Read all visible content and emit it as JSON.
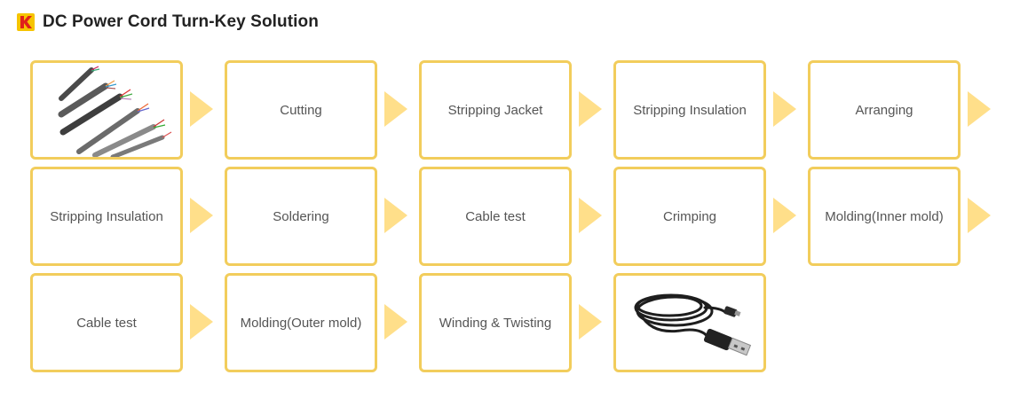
{
  "header": {
    "title": "DC Power Cord Turn-Key Solution",
    "logo_letter": "K",
    "logo_colors": {
      "background": "#f6c400",
      "letter": "#e0201b"
    }
  },
  "colors": {
    "border": "#f2cd5c",
    "arrow": "#ffdf8a",
    "label": "#555555"
  },
  "rows": [
    {
      "steps": [
        {
          "type": "image",
          "image": "raw-cables-photo"
        },
        {
          "type": "text",
          "label": "Cutting"
        },
        {
          "type": "text",
          "label": "Stripping Jacket"
        },
        {
          "type": "text",
          "label": "Stripping Insulation"
        },
        {
          "type": "text",
          "label": "Arranging"
        }
      ],
      "trailing_arrow": true
    },
    {
      "steps": [
        {
          "type": "text",
          "label": "Stripping Insulation"
        },
        {
          "type": "text",
          "label": "Soldering"
        },
        {
          "type": "text",
          "label": "Cable test"
        },
        {
          "type": "text",
          "label": "Crimping"
        },
        {
          "type": "text",
          "label": "Molding(Inner mold)"
        }
      ],
      "trailing_arrow": true
    },
    {
      "steps": [
        {
          "type": "text",
          "label": "Cable test"
        },
        {
          "type": "text",
          "label": "Molding(Outer mold)"
        },
        {
          "type": "text",
          "label": "Winding & Twisting"
        },
        {
          "type": "image",
          "image": "finished-usb-cable-photo"
        }
      ],
      "trailing_arrow": false
    }
  ]
}
